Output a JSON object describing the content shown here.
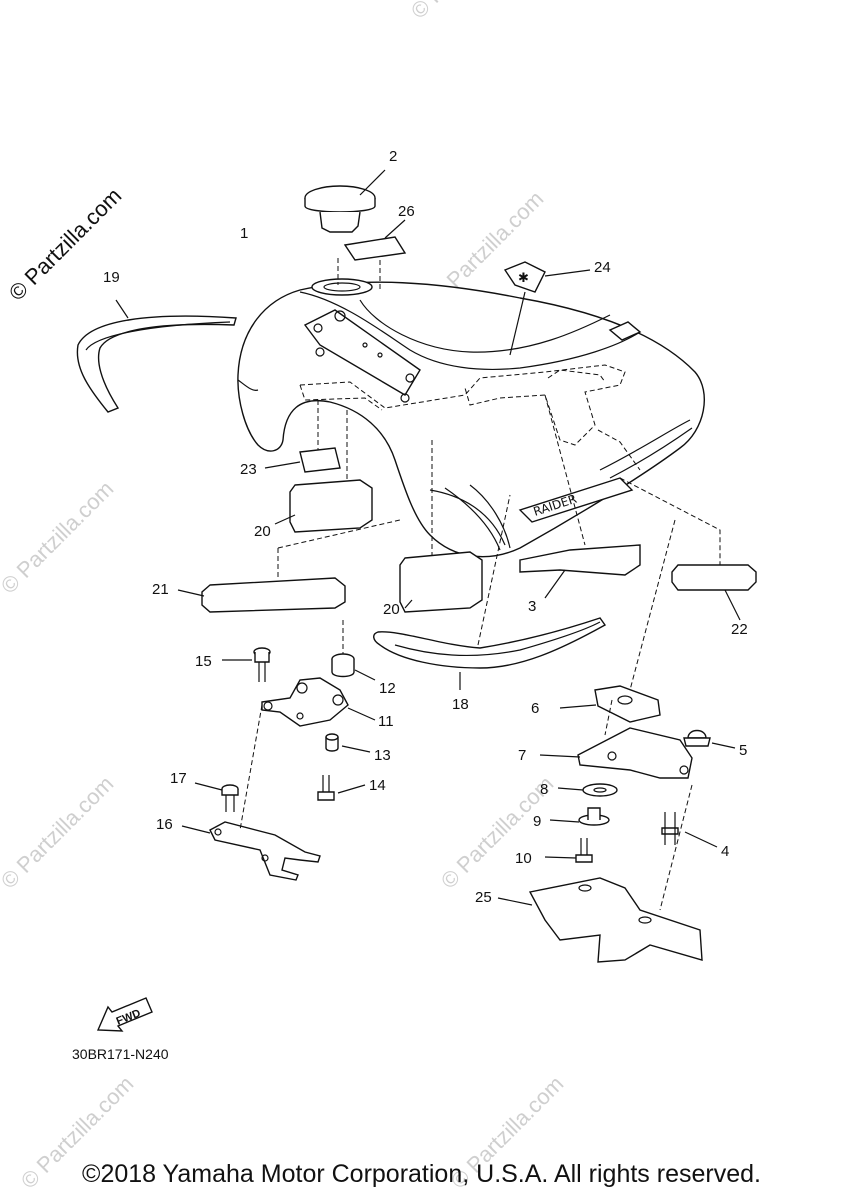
{
  "watermark_text": "© Partzilla.com",
  "diagram_code": "30BR171-N240",
  "copyright": "©2018 Yamaha Motor Corporation, U.S.A. All rights reserved.",
  "fwd_label": "FWD",
  "tank_badge_text": "RAIDER",
  "callouts": {
    "c1": "1",
    "c2": "2",
    "c3": "3",
    "c4": "4",
    "c5": "5",
    "c6": "6",
    "c7": "7",
    "c8": "8",
    "c9": "9",
    "c10": "10",
    "c11": "11",
    "c12": "12",
    "c13": "13",
    "c14": "14",
    "c15": "15",
    "c16": "16",
    "c17": "17",
    "c18": "18",
    "c19": "19",
    "c20a": "20",
    "c20b": "20",
    "c21": "21",
    "c22": "22",
    "c23": "23",
    "c24": "24",
    "c25": "25",
    "c26": "26"
  }
}
